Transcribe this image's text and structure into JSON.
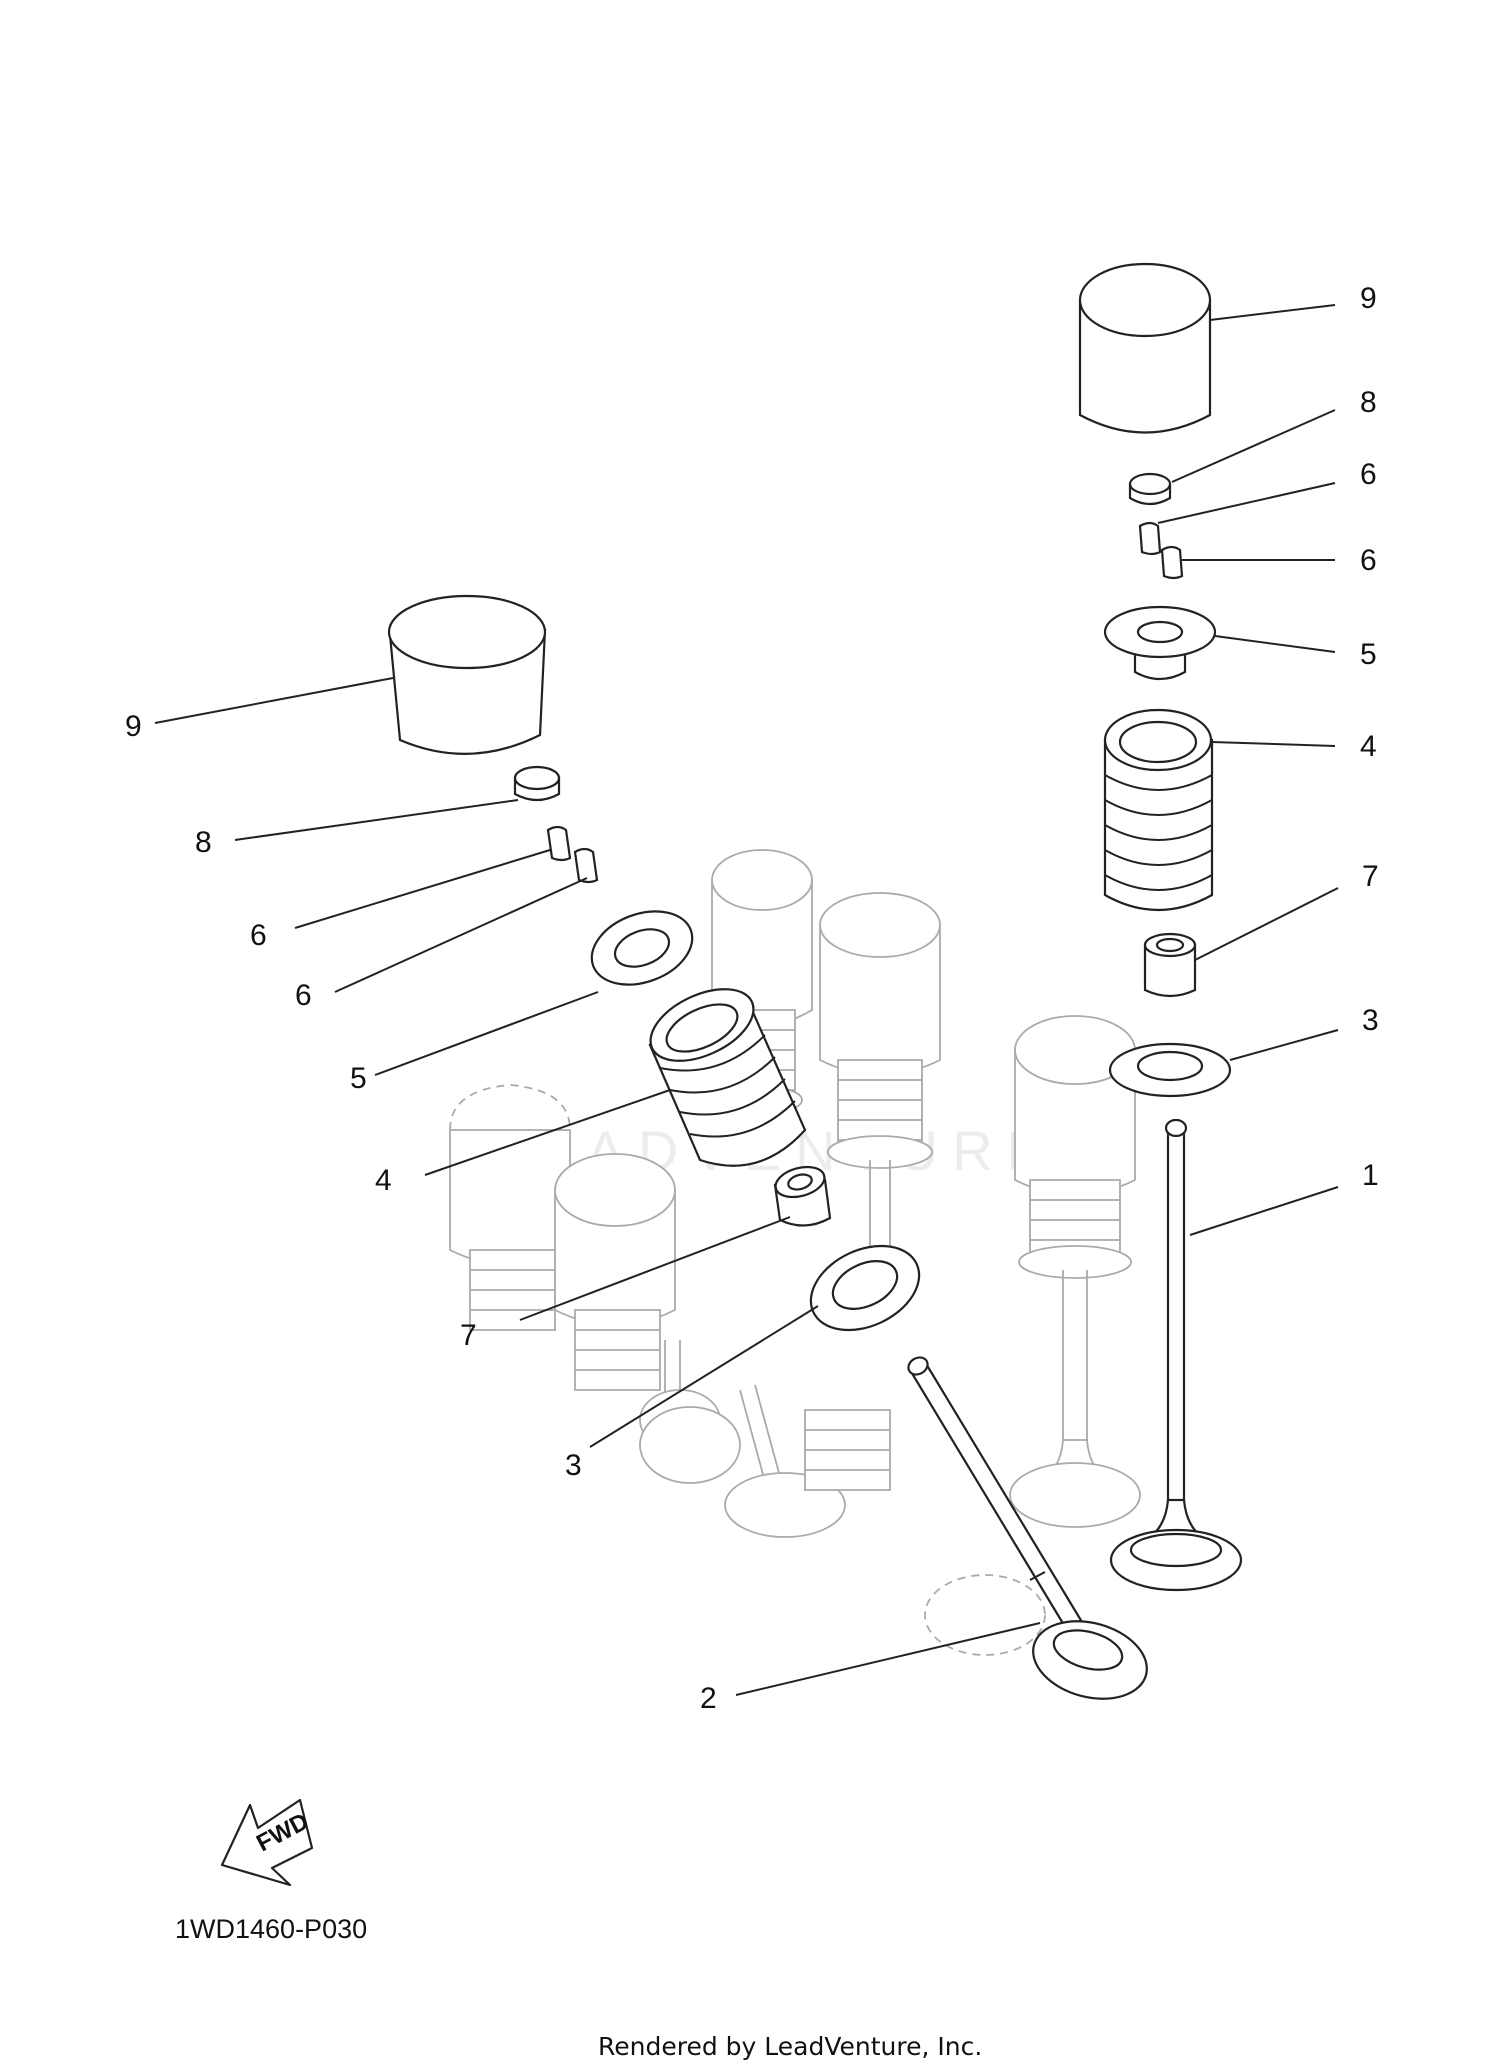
{
  "diagram": {
    "part_code": "1WD1460-P030",
    "credit": "Rendered by LeadVenture, Inc.",
    "watermark": "LEADVENTURE",
    "fwd_label": "FWD",
    "callouts": {
      "c1": "1",
      "c2": "2",
      "c3a": "3",
      "c3b": "3",
      "c4a": "4",
      "c4b": "4",
      "c5a": "5",
      "c5b": "5",
      "c6a": "6",
      "c6b": "6",
      "c6c": "6",
      "c6d": "6",
      "c7a": "7",
      "c7b": "7",
      "c8a": "8",
      "c8b": "8",
      "c9a": "9",
      "c9b": "9"
    }
  }
}
